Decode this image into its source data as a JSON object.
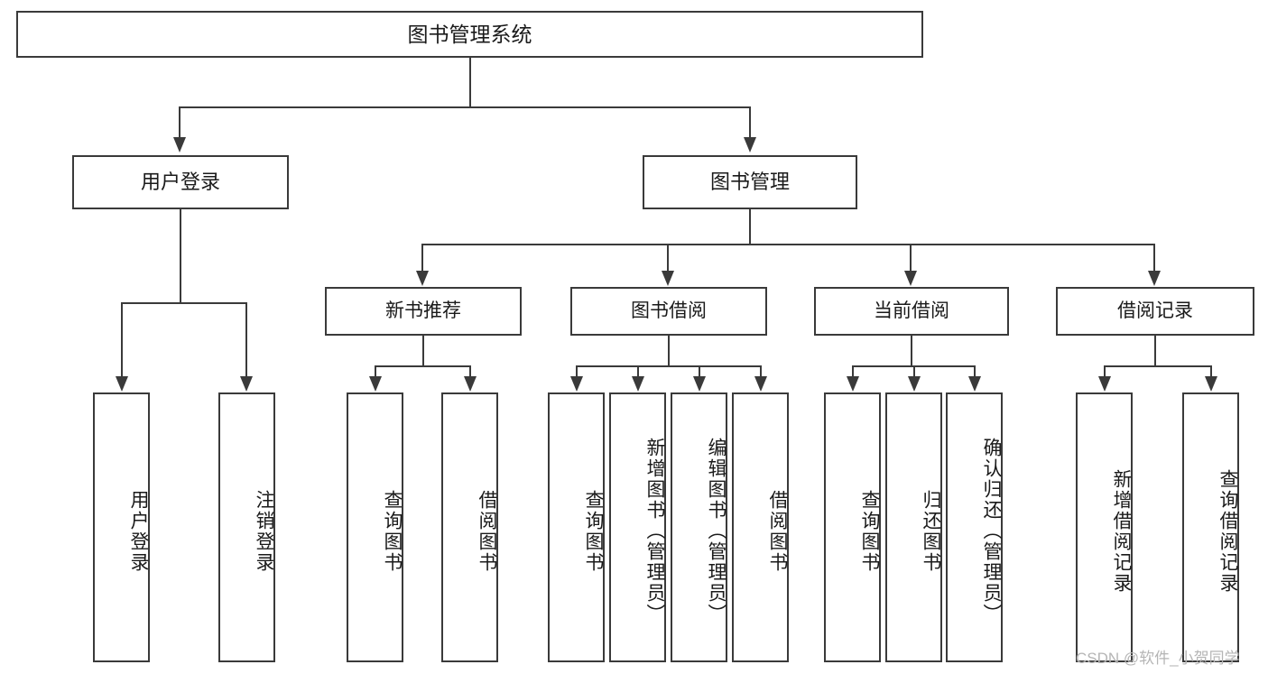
{
  "diagram": {
    "title": "图书管理系统",
    "type": "tree-hierarchy",
    "root": {
      "label": "图书管理系统"
    },
    "level2": [
      {
        "label": "用户登录"
      },
      {
        "label": "图书管理"
      }
    ],
    "level3": [
      {
        "label": "新书推荐"
      },
      {
        "label": "图书借阅"
      },
      {
        "label": "当前借阅"
      },
      {
        "label": "借阅记录"
      }
    ],
    "leaves_user_login": [
      {
        "label": "用户登录"
      },
      {
        "label": "注销登录"
      }
    ],
    "leaves_new_book": [
      {
        "label": "查询图书"
      },
      {
        "label": "借阅图书"
      }
    ],
    "leaves_borrow": [
      {
        "label": "查询图书"
      },
      {
        "label": "新增图书（管理员）"
      },
      {
        "label": "编辑图书（管理员）"
      },
      {
        "label": "借阅图书"
      }
    ],
    "leaves_current": [
      {
        "label": "查询图书"
      },
      {
        "label": "归还图书"
      },
      {
        "label": "确认归还（管理员）"
      }
    ],
    "leaves_record": [
      {
        "label": "新增借阅记录"
      },
      {
        "label": "查询借阅记录"
      }
    ]
  },
  "watermark": {
    "text": "CSDN @软件_小贺同学"
  },
  "colors": {
    "stroke": "#3a3a3a",
    "background": "#ffffff",
    "text": "#1a1a1a",
    "watermark": "#b5b5b5"
  }
}
